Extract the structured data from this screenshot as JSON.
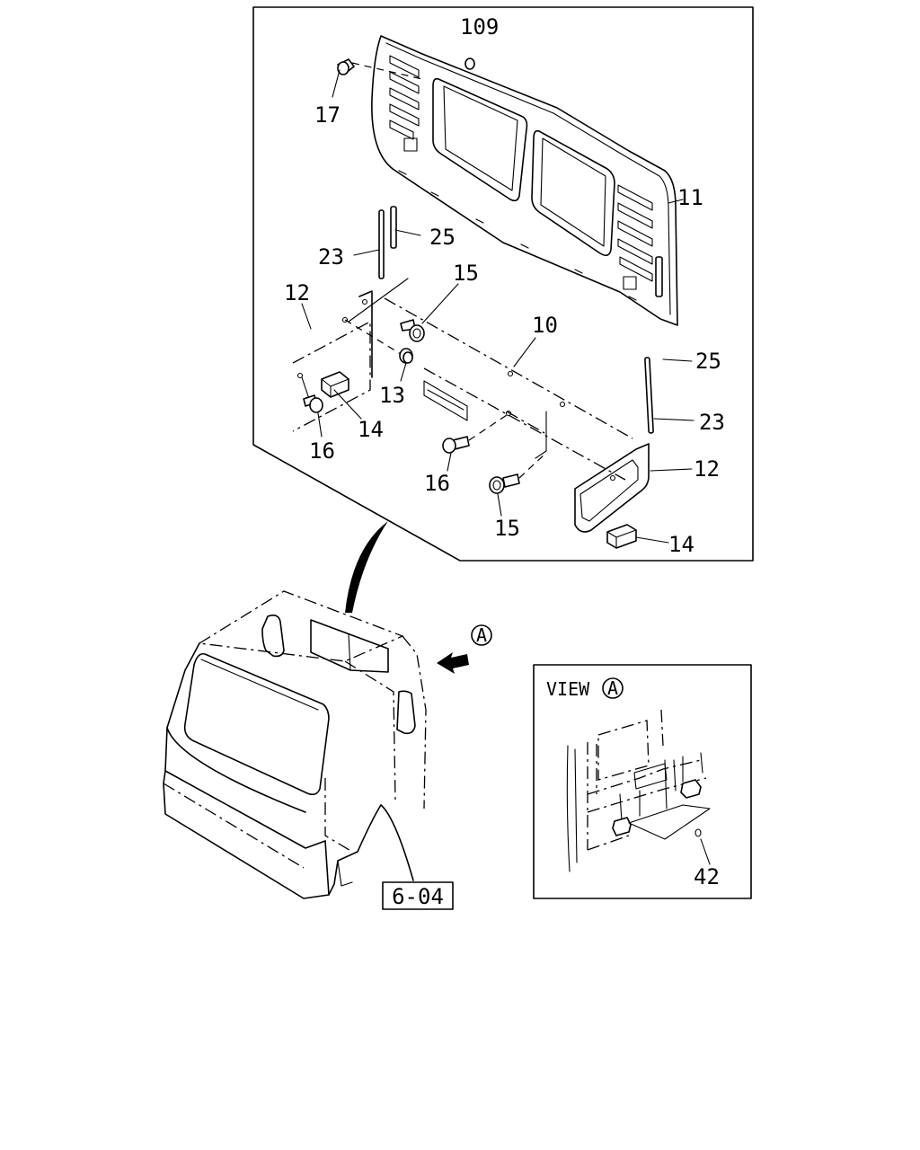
{
  "callouts": {
    "c109": "109",
    "c17": "17",
    "c11": "11",
    "c25a": "25",
    "c23a": "23",
    "c15a": "15",
    "c12a": "12",
    "c10": "10",
    "c25b": "25",
    "c13": "13",
    "c23b": "23",
    "c14a": "14",
    "c16a": "16",
    "c12b": "12",
    "c16b": "16",
    "c15b": "15",
    "c14b": "14",
    "c42": "42"
  },
  "view_marker": "A",
  "view_label": "VIEW",
  "view_label_marker": "A",
  "reference_box": "6-04"
}
